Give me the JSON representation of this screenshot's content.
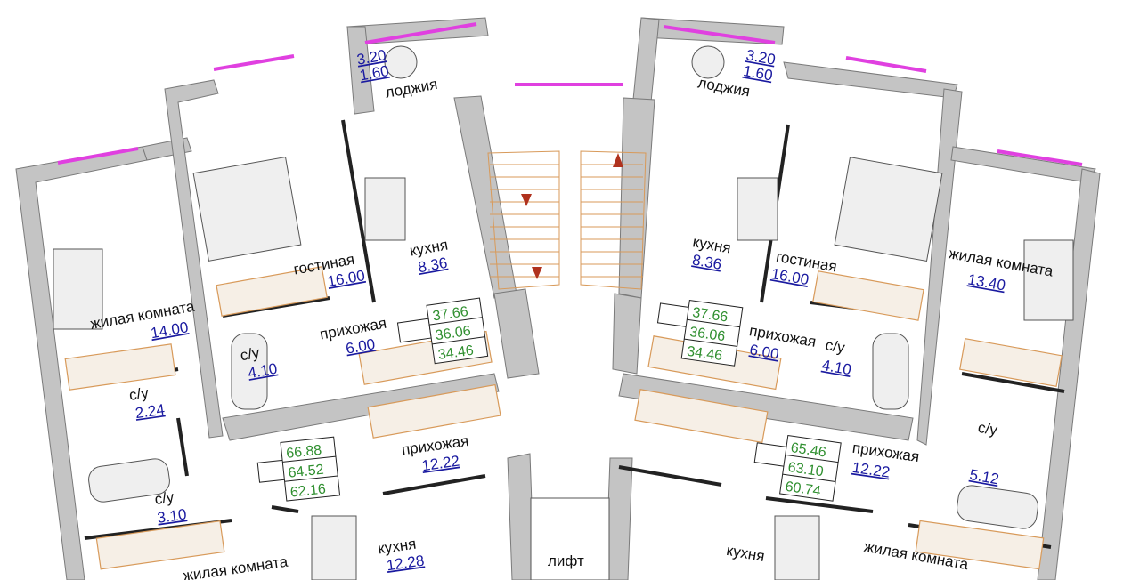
{
  "left": {
    "loggia": {
      "area1": "3.20",
      "area2": "1.60",
      "label": "лоджия"
    },
    "living": {
      "label": "гостиная",
      "area": "16.00"
    },
    "kitchen1": {
      "label": "кухня",
      "area": "8.36"
    },
    "room1": {
      "label": "жилая комната",
      "area": "14.00"
    },
    "bath1": {
      "label": "с/у",
      "area": "4.10"
    },
    "hall1": {
      "label": "прихожая",
      "area": "6.00"
    },
    "totals1": [
      "37.66",
      "36.06",
      "34.46"
    ],
    "bath2": {
      "label": "с/у",
      "area": "2.24"
    },
    "bath3": {
      "label": "с/у",
      "area": "3.10"
    },
    "totals2": [
      "66.88",
      "64.52",
      "62.16"
    ],
    "hall2": {
      "label": "прихожая",
      "area": "12.22"
    },
    "kitchen2": {
      "label": "кухня",
      "area": "12.28"
    },
    "room2": {
      "label": "жилая комната"
    }
  },
  "center": {
    "lift": "лифт"
  },
  "right": {
    "loggia": {
      "area1": "3.20",
      "area2": "1.60",
      "label": "лоджия"
    },
    "kitchen1": {
      "label": "кухня",
      "area": "8.36"
    },
    "living": {
      "label": "гостиная",
      "area": "16.00"
    },
    "room1": {
      "label": "жилая комната",
      "area": "13.40"
    },
    "totals1": [
      "37.66",
      "36.06",
      "34.46"
    ],
    "hall1": {
      "label": "прихожая",
      "area": "6.00"
    },
    "bath1": {
      "label": "с/у",
      "area": "4.10"
    },
    "bath2": {
      "label": "с/у",
      "area": "5.12"
    },
    "totals2": [
      "65.46",
      "63.10",
      "60.74"
    ],
    "hall2": {
      "label": "прихожая",
      "area": "12.22"
    },
    "kitchen2": {
      "label": "кухня"
    },
    "room2": {
      "label": "жилая комната"
    }
  },
  "colors": {
    "wall": "#c4c4c4",
    "area_text": "#1a1aa0",
    "totals_text": "#2f8f2f",
    "window": "#e040e0"
  }
}
